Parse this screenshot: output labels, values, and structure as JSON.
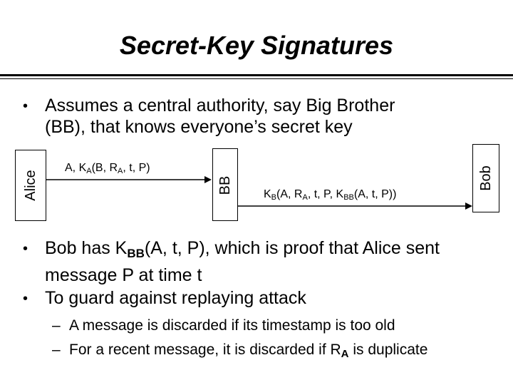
{
  "slide": {
    "title": "Secret-Key Signatures",
    "bullet_glyph": "•",
    "dash_glyph": "–",
    "bullet1": {
      "line1": "Assumes a central authority, say Big Brother",
      "line2": "(BB), that knows everyone’s secret key"
    },
    "diagram": {
      "alice_label": "Alice",
      "bb_label": "BB",
      "bob_label": "Bob",
      "msg1": {
        "pre": "A, K",
        "sub1": "A",
        "mid": "(B, R",
        "sub2": "A",
        "post": ", t, P)"
      },
      "msg2": {
        "k": "K",
        "sub1": "B",
        "mid1": "(A, R",
        "sub2": "A",
        "mid2": ", t, P, K",
        "sub3": "BB",
        "post": "(A, t, P))"
      }
    },
    "bullet2": {
      "pre": "Bob has K",
      "sub": "BB",
      "post": "(A, t, P), which is proof that Alice sent",
      "line2": "message P at time t"
    },
    "bullet3": "To guard against replaying attack",
    "sub1": "A message is discarded if its timestamp is too old",
    "sub2": {
      "pre": "For a recent message, it is discarded if R",
      "sub": "A",
      "post": " is duplicate"
    }
  }
}
